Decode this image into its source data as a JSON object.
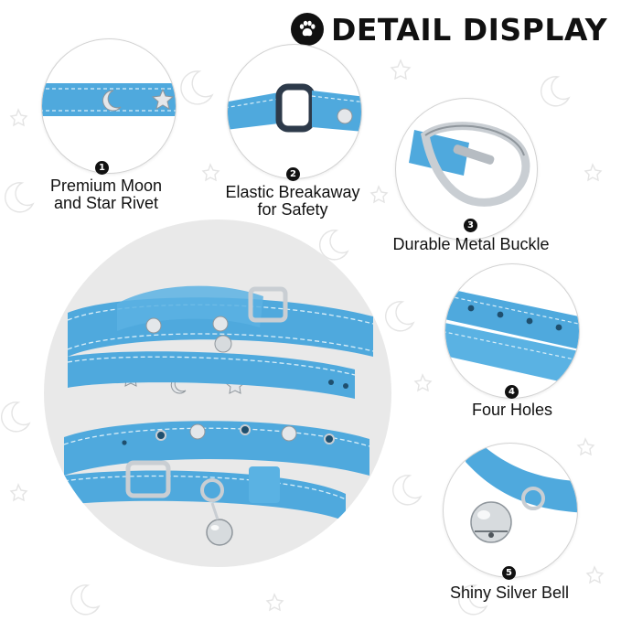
{
  "header": {
    "title": "DETAIL DISPLAY",
    "icon": "paw-icon"
  },
  "features": [
    {
      "number": "1",
      "line1": "Premium Moon",
      "line2": "and Star Rivet"
    },
    {
      "number": "2",
      "line1": "Elastic Breakaway",
      "line2": "for Safety"
    },
    {
      "number": "3",
      "line1": "Durable Metal Buckle"
    },
    {
      "number": "4",
      "line1": "Four Holes"
    },
    {
      "number": "5",
      "line1": "Shiny Silver Bell"
    }
  ],
  "colors": {
    "collar_blue": "#4fa9dd",
    "collar_stitch": "#d9eef8",
    "metal": "#c9ced3",
    "badge": "#111111",
    "deco": "#e8e8e8"
  }
}
